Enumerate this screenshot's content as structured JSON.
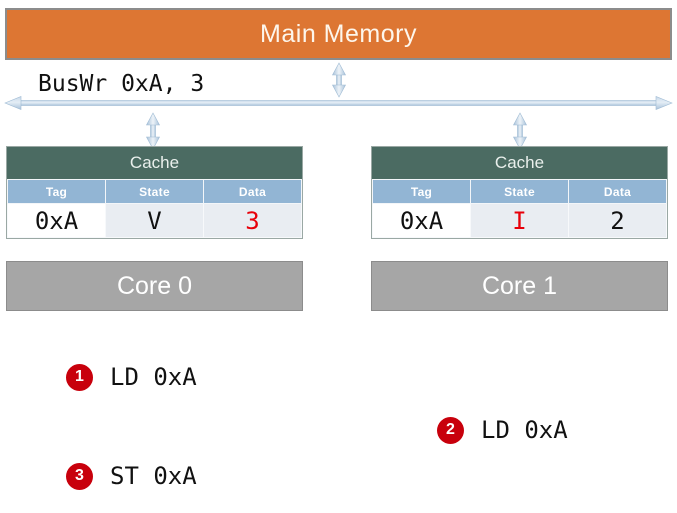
{
  "diagram": {
    "memory": {
      "label": "Main Memory",
      "color": "#DD7633"
    },
    "bus": {
      "message": "BusWr 0xA, 3",
      "line_color": "#B8CCE0",
      "arrow_icon": "double-arrow-horizontal"
    },
    "connectors": [
      {
        "name": "memory-bus-connector",
        "icon": "double-arrow-vertical"
      },
      {
        "name": "cache0-bus-connector",
        "icon": "double-arrow-vertical"
      },
      {
        "name": "cache1-bus-connector",
        "icon": "double-arrow-vertical"
      }
    ],
    "caches": [
      {
        "title": "Cache",
        "title_color": "#4B6B62",
        "header_color": "#92B5D4",
        "columns": [
          "Tag",
          "State",
          "Data"
        ],
        "row": {
          "tag": "0xA",
          "state": "V",
          "data": "3"
        },
        "highlight": {
          "tag": false,
          "state": false,
          "data": true
        },
        "highlight_color": "#E8000A"
      },
      {
        "title": "Cache",
        "title_color": "#4B6B62",
        "header_color": "#92B5D4",
        "columns": [
          "Tag",
          "State",
          "Data"
        ],
        "row": {
          "tag": "0xA",
          "state": "I",
          "data": "2"
        },
        "highlight": {
          "tag": false,
          "state": true,
          "data": false
        },
        "highlight_color": "#E8000A"
      }
    ],
    "cores": [
      {
        "label": "Core 0",
        "color": "#A6A6A6"
      },
      {
        "label": "Core 1",
        "color": "#A6A6A6"
      }
    ],
    "steps": [
      {
        "number": "1",
        "instruction": "LD 0xA",
        "badge_color": "#C8000C"
      },
      {
        "number": "2",
        "instruction": "LD 0xA",
        "badge_color": "#C8000C"
      },
      {
        "number": "3",
        "instruction": "ST 0xA",
        "badge_color": "#C8000C"
      }
    ]
  }
}
